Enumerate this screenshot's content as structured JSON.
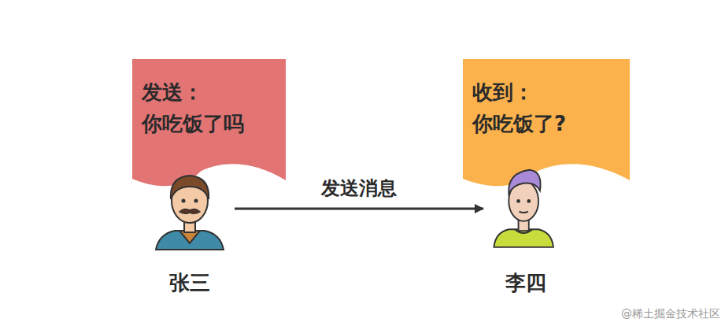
{
  "diagram": {
    "nodes": [
      {
        "text": [
          "发送： 你吃饭了吗"
        ]
      },
      {
        "text": [
          "收到： 你吃饭了?"
        ]
      },
      {
        "text": [
          "张三"
        ]
      },
      {
        "text": [
          "李四"
        ]
      }
    ],
    "edges": [
      {
        "from": 2,
        "to": 3,
        "label": "发送消息",
        "arrow": "to"
      }
    ],
    "labels": [
      "@稀土掘金技术社区"
    ]
  }
}
